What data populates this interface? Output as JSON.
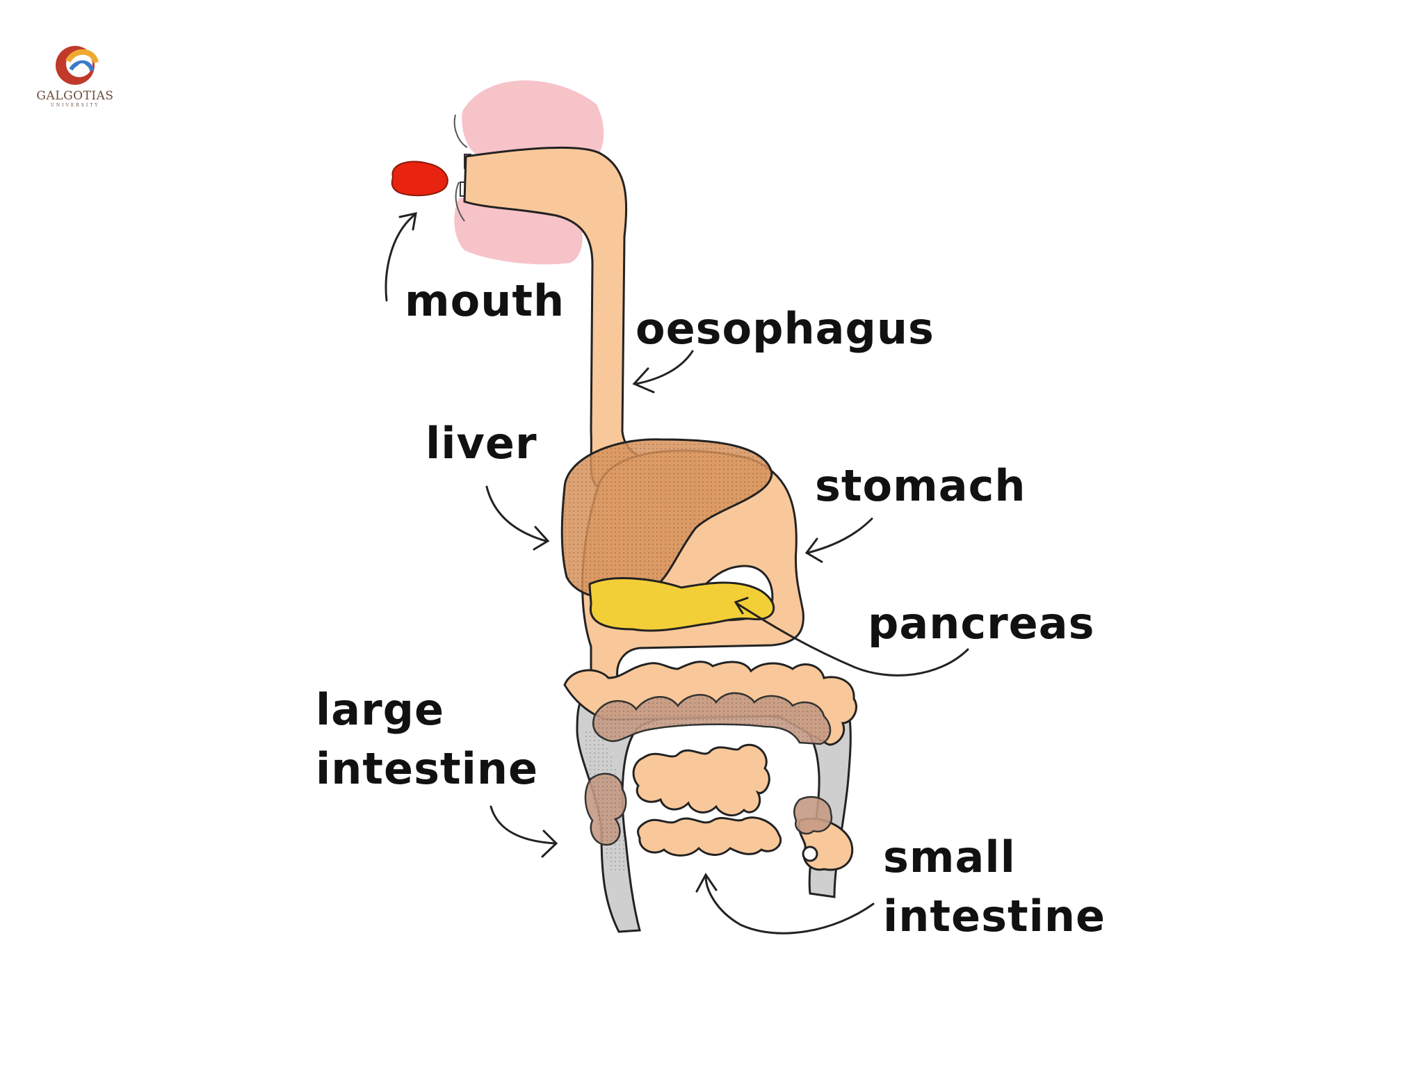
{
  "logo": {
    "name": "GALGOTIAS",
    "subtitle": "UNIVERSITY"
  },
  "labels": {
    "mouth": "mouth",
    "oesophagus": "oesophagus",
    "liver": "liver",
    "stomach": "stomach",
    "pancreas": "pancreas",
    "large_intestine_line1": "large",
    "large_intestine_line2": "intestine",
    "small_intestine_line1": "small",
    "small_intestine_line2": "intestine"
  },
  "colors": {
    "skin": "#f8c89a",
    "lips": "#f6c3c9",
    "food": "#e8230f",
    "liver": "#d7925a",
    "pancreas": "#f3cf37",
    "large_intestine": "#cfcfcf",
    "small_intestine_fold": "#c49a84",
    "outline": "#222222"
  }
}
